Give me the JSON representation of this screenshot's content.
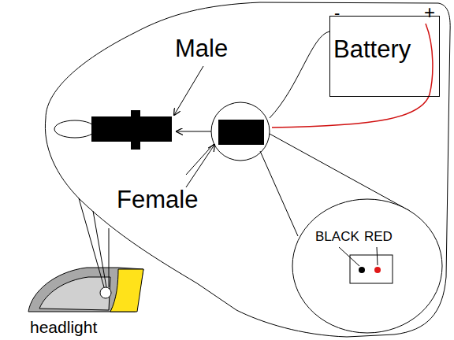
{
  "diagram": {
    "nodes": [
      {
        "text": [
          "Battery"
        ]
      },
      {
        "text": [
          "BLACK",
          "RED"
        ]
      }
    ],
    "edges": [],
    "labels": [
      "-",
      "+",
      "Male",
      "Female",
      "headlight"
    ]
  }
}
